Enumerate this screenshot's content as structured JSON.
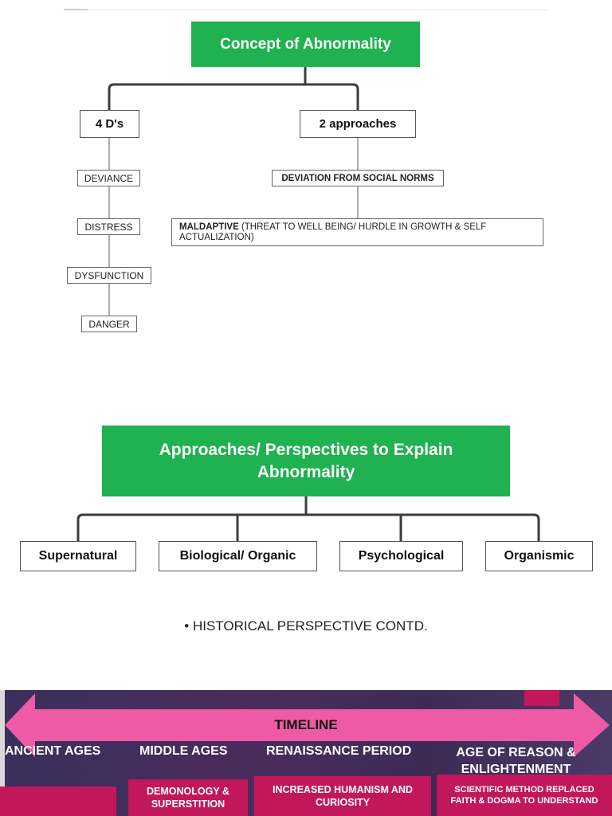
{
  "diagram1": {
    "root": "Concept of Abnormality",
    "branches": {
      "left": "4 D's",
      "right": "2 approaches"
    },
    "four_ds": [
      "DEVIANCE",
      "DISTRESS",
      "DYSFUNCTION",
      "DANGER"
    ],
    "approaches": {
      "first": "DEVIATION FROM SOCIAL NORMS",
      "second_bold": "MALDAPTIVE",
      "second_rest": " (THREAT TO WELL BEING/ HURDLE IN GROWTH & SELF ACTUALIZATION)"
    }
  },
  "diagram2": {
    "root_line1": "Approaches/ Perspectives to Explain",
    "root_line2": "Abnormality",
    "children": [
      "Supernatural",
      "Biological/ Organic",
      "Psychological",
      "Organismic"
    ]
  },
  "bullet": "• HISTORICAL PERSPECTIVE CONTD.",
  "timeline": {
    "title": "TIMELINE",
    "periods": [
      "ANCIENT AGES",
      "MIDDLE AGES",
      "RENAISSANCE PERIOD",
      "AGE OF REASON & ENLIGHTENMENT"
    ],
    "boxes": [
      "DEMONOLOGY & SUPERSTITION",
      "INCREASED HUMANISM AND CURIOSITY",
      "SCIENTIFIC METHOD REPLACED FAITH & DOGMA TO UNDERSTAND"
    ]
  },
  "colors": {
    "green": "#20b150",
    "arrow_pink": "#ef5aa6",
    "box_magenta": "#c2185b",
    "timeline_bg": "#3a2f5c"
  }
}
